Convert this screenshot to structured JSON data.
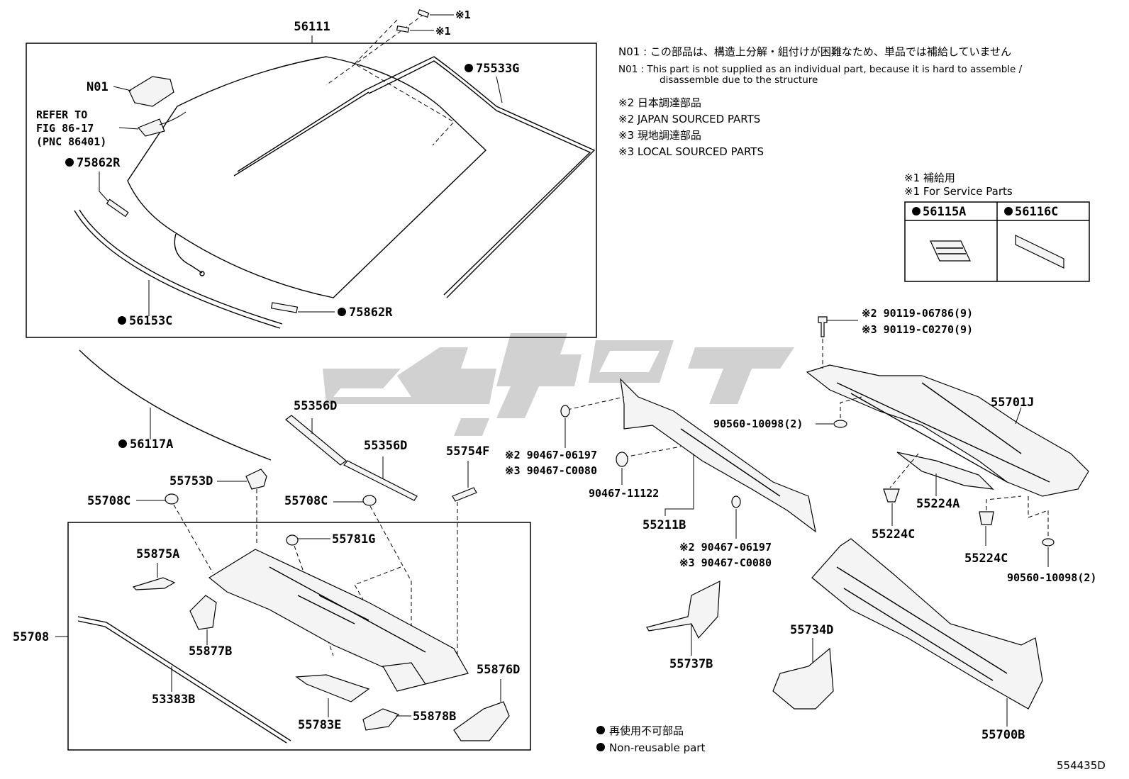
{
  "diagram_id": "554435D",
  "part_labels": {
    "p56111": "56111",
    "n01": "N01",
    "p75533g": "75533G",
    "refer1": "REFER TO",
    "refer2": "FIG 86-17",
    "refer3": "(PNC 86401)",
    "p75862r_a": "75862R",
    "p75862r_b": "75862R",
    "p56153c": "56153C",
    "p56117a": "56117A",
    "p55356d_a": "55356D",
    "p55356d_b": "55356D",
    "p55754f": "55754F",
    "p55753d": "55753D",
    "p55708c_a": "55708C",
    "p55708c_b": "55708C",
    "p55781g": "55781G",
    "p55875a": "55875A",
    "p55877b": "55877B",
    "p55708": "55708",
    "p53383b": "53383B",
    "p55783e": "55783E",
    "p55878b": "55878B",
    "p55876d": "55876D",
    "p55211b": "55211B",
    "p90467_06197_a": "※2 90467-06197",
    "p90467_c0080_a": "※3 90467-C0080",
    "p90467_11122": "90467-11122",
    "p90467_06197_b": "※2 90467-06197",
    "p90467_c0080_b": "※3 90467-C0080",
    "p55737b": "55737B",
    "p55734d": "55734D",
    "p55700b": "55700B",
    "p90119_06786": "※2 90119-06786(9)",
    "p90119_c0270": "※3 90119-C0270(9)",
    "p90560_a": "90560-10098(2)",
    "p90560_b": "90560-10098(2)",
    "p55701j": "55701J",
    "p55224a": "55224A",
    "p55224c_a": "55224C",
    "p55224c_b": "55224C",
    "star1_a": "※1",
    "star1_b": "※1"
  },
  "notes": {
    "n01_jp": "N01 : この部品は、構造上分解・組付けが困難なため、単品では補給していません",
    "n01_en1": "N01 : This part is not supplied as an individual part, because it is hard to assemble /",
    "n01_en2": "disassemble due to the structure",
    "s2_jp": "※2 日本調達部品",
    "s2_en": "※2 JAPAN SOURCED PARTS",
    "s3_jp": "※3 現地調達部品",
    "s3_en": "※3 LOCAL SOURCED PARTS"
  },
  "service_parts": {
    "title_jp": "※1 補給用",
    "title_en": "※1 For Service Parts",
    "col1": "56115A",
    "col2": "56116C"
  },
  "legend": {
    "jp": "再使用不可部品",
    "en": "Non-reusable part"
  },
  "colors": {
    "line": "#000000",
    "watermark": "#c9c9c9",
    "background": "#ffffff"
  }
}
